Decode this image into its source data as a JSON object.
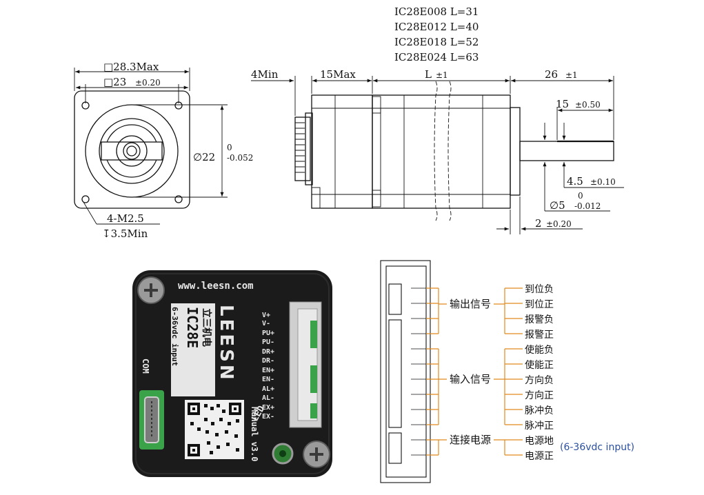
{
  "models": [
    {
      "text": "IC28E008 L=31"
    },
    {
      "text": "IC28E012 L=40"
    },
    {
      "text": "IC28E018 L=52"
    },
    {
      "text": "IC28E024 L=63"
    }
  ],
  "front": {
    "outer": "□28.3Max",
    "inner_a": "□23",
    "inner_b": "±0.20",
    "dia_a": "∅22",
    "dia_up": "0",
    "dia_low": "-0.052",
    "holes": "4-M2.5",
    "depth": "↧3.5Min"
  },
  "side": {
    "min4": "4Min",
    "max15": "15Max",
    "l_a": "L",
    "l_b": "±1",
    "d26_a": "26",
    "d26_b": "±1",
    "d15_a": "15",
    "d15_b": "±0.50",
    "d45_a": "4.5",
    "d45_b": "±0.10",
    "d5_a": "∅5",
    "d5_up": "0",
    "d5_low": "-0.012",
    "d2_a": "2",
    "d2_b": "±0.20"
  },
  "pcb": {
    "url": "www.leesn.com",
    "brand": "LEESN",
    "brand_cn": "立三机电",
    "model": "IC28E",
    "input": "6-36vdc input",
    "manual": "Manual v3.0",
    "com": "COM",
    "led": "LED",
    "pins": [
      "V+",
      "V-",
      "PU+",
      "PU-",
      "DR+",
      "DR-",
      "EN+",
      "EN-",
      "AL+",
      "AL-",
      "EX+",
      "EX-"
    ],
    "colors": {
      "board": "#1b1b1b",
      "label": "#e6e6e6",
      "usb": "#3aa34a",
      "led": "#2e7d32"
    }
  },
  "connector": {
    "groups": [
      {
        "label": "输出信号",
        "items": [
          "到位负",
          "到位正",
          "报警负",
          "报警正"
        ]
      },
      {
        "label": "输入信号",
        "items": [
          "使能负",
          "使能正",
          "方向负",
          "方向正",
          "脉冲负",
          "脉冲正"
        ]
      },
      {
        "label": "连接电源",
        "items": [
          "电源地",
          "电源正"
        ]
      }
    ],
    "power_note": "(6-36vdc input)",
    "colors": {
      "lines": "#e08a1e",
      "note": "#2b4fa0"
    }
  }
}
